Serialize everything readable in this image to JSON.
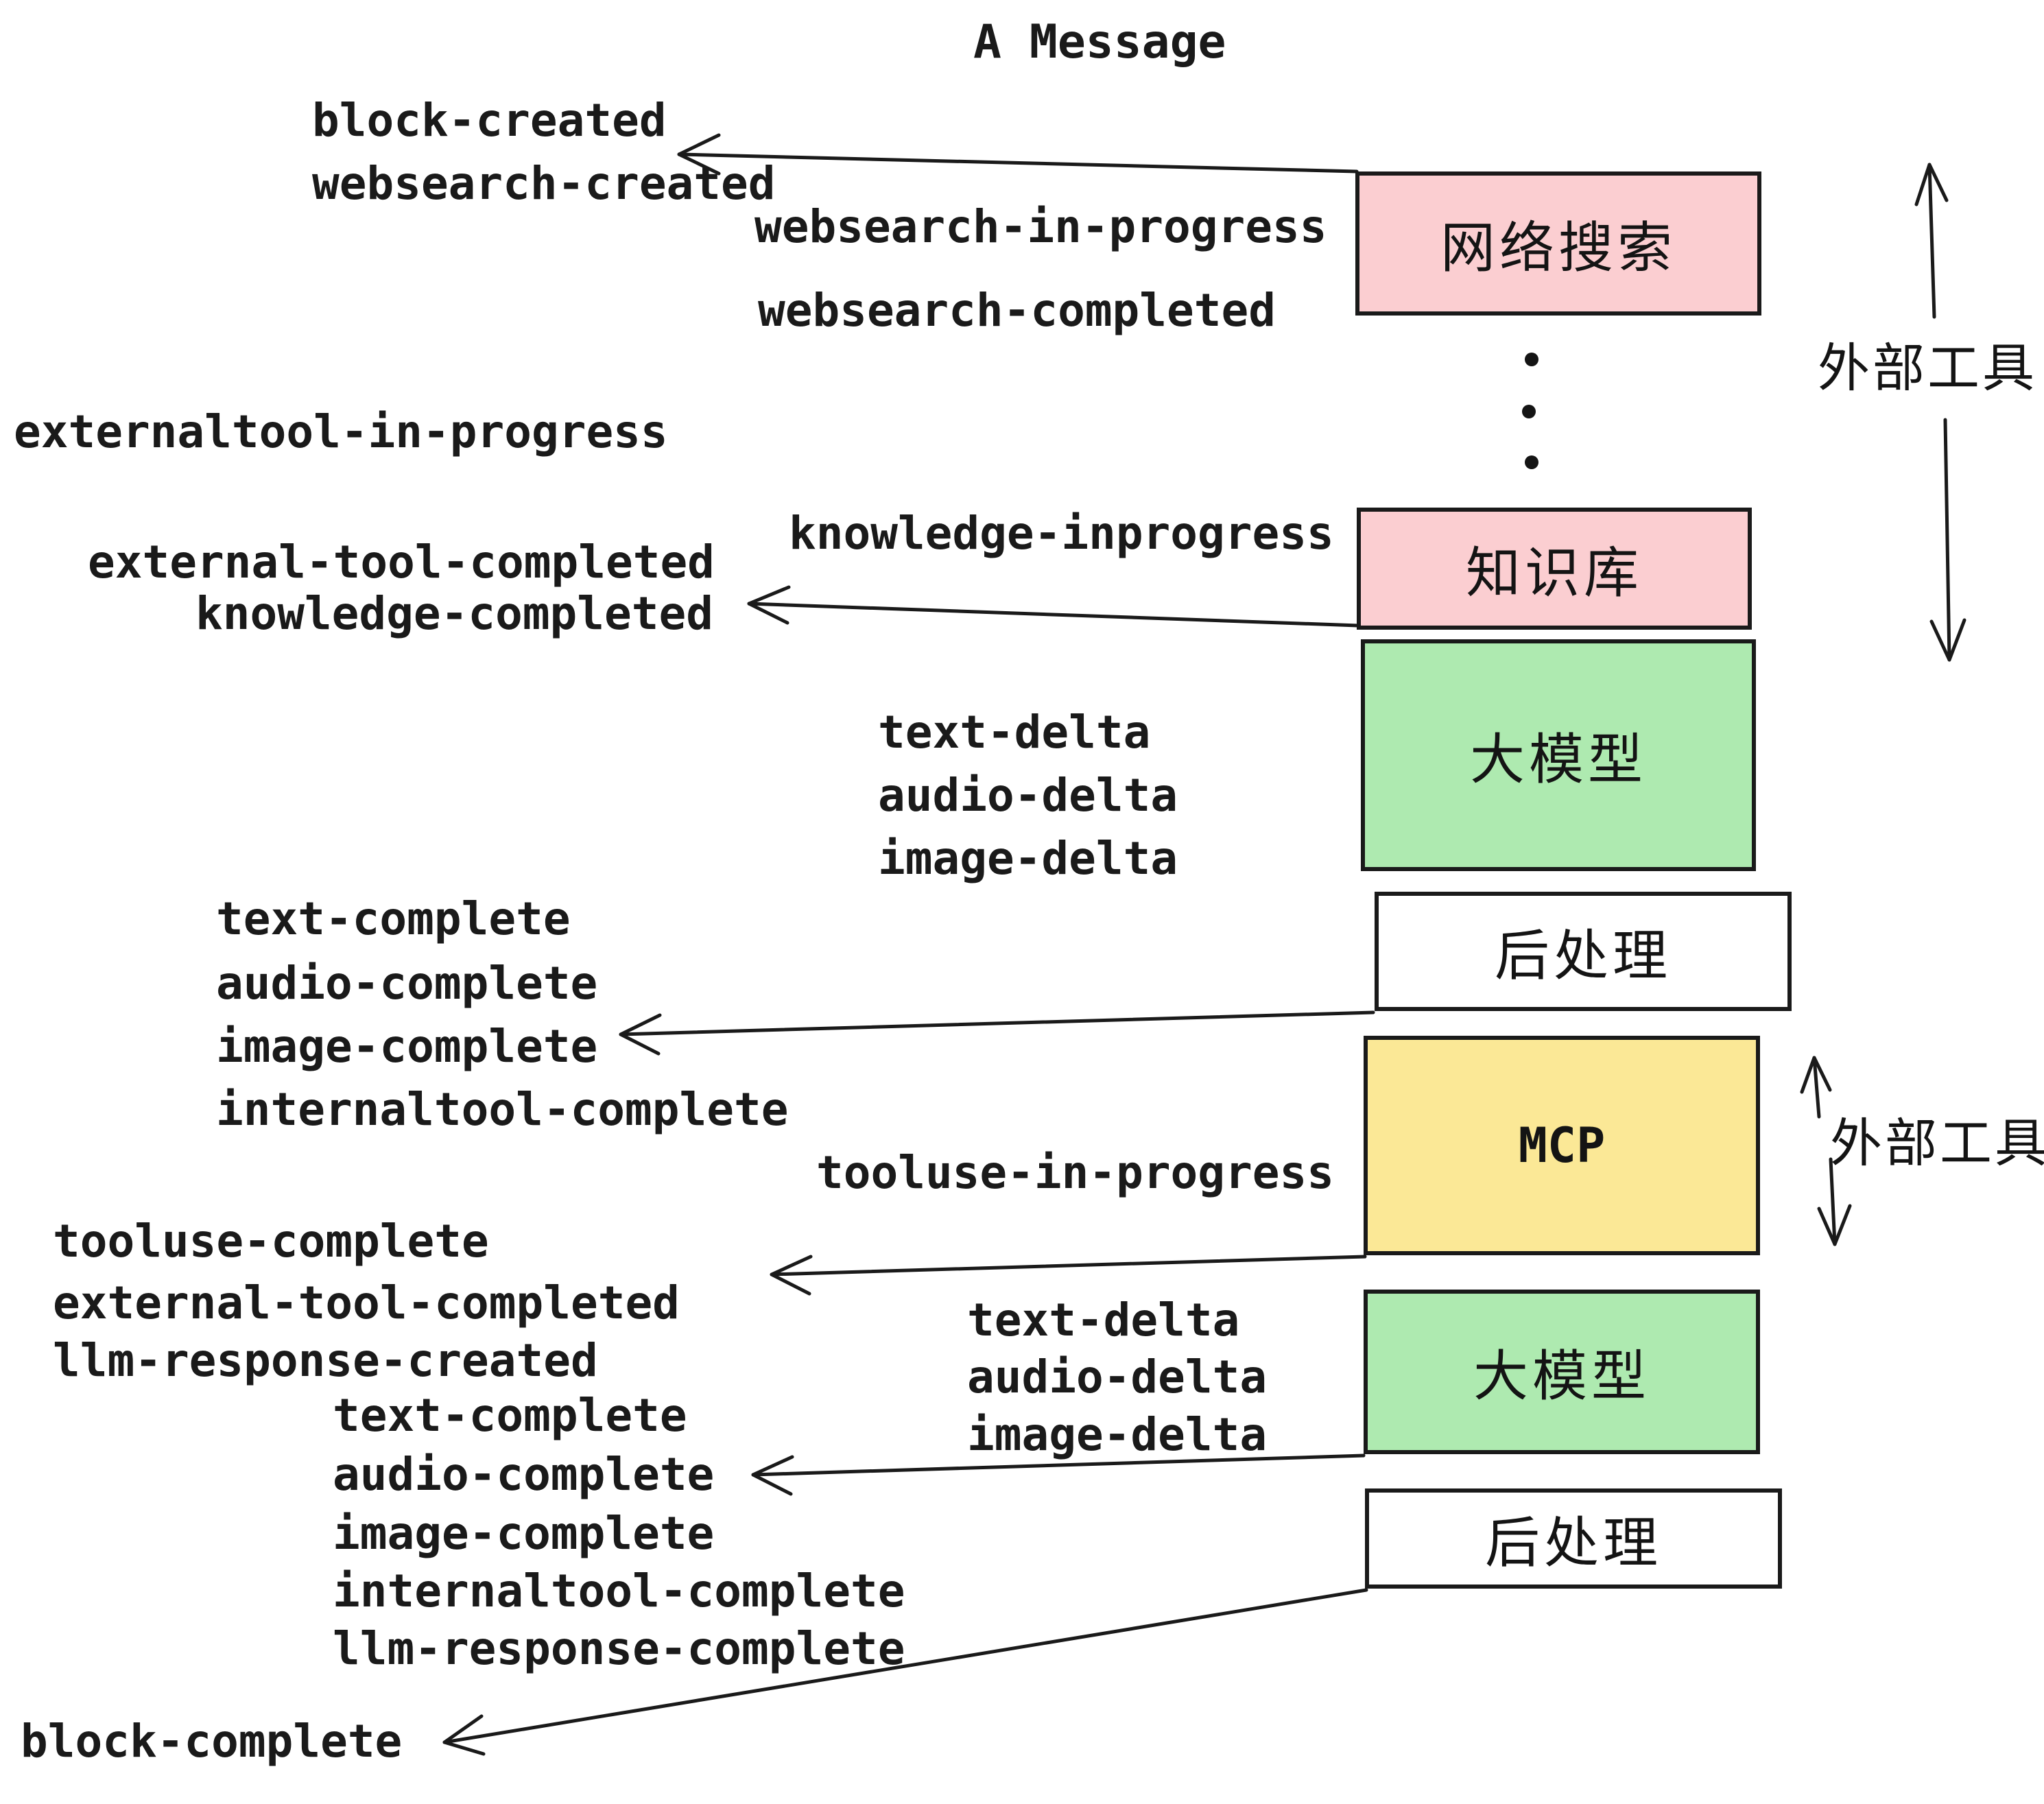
{
  "diagram": {
    "title": "A Message",
    "colors": {
      "external_tool_box": "#FBCED1",
      "llm_box": "#AEEAB0",
      "mcp_box": "#FBE896",
      "postprocess_box": "#FFFFFF",
      "stroke": "#1A1A1A"
    },
    "boxes": [
      {
        "id": "websearch",
        "label": "网络搜索"
      },
      {
        "id": "knowledge",
        "label": "知识库"
      },
      {
        "id": "llm-1",
        "label": "大模型"
      },
      {
        "id": "postprocess-1",
        "label": "后处理"
      },
      {
        "id": "mcp",
        "label": "MCP"
      },
      {
        "id": "llm-2",
        "label": "大模型"
      },
      {
        "id": "postprocess-2",
        "label": "后处理"
      }
    ],
    "side_annotations": [
      {
        "label": "外部工具"
      },
      {
        "label": "外部工具"
      }
    ],
    "event_labels": [
      {
        "text": "block-created"
      },
      {
        "text": "websearch-created"
      },
      {
        "text": "websearch-in-progress"
      },
      {
        "text": "websearch-completed"
      },
      {
        "text": "externaltool-in-progress"
      },
      {
        "text": "knowledge-inprogress"
      },
      {
        "text": "external-tool-completed"
      },
      {
        "text": "knowledge-completed"
      },
      {
        "text": "text-delta"
      },
      {
        "text": "audio-delta"
      },
      {
        "text": "image-delta"
      },
      {
        "text": "text-complete"
      },
      {
        "text": "audio-complete"
      },
      {
        "text": "image-complete"
      },
      {
        "text": "internaltool-complete"
      },
      {
        "text": "tooluse-in-progress"
      },
      {
        "text": "tooluse-complete"
      },
      {
        "text": "external-tool-completed"
      },
      {
        "text": "llm-response-created"
      },
      {
        "text": "text-complete"
      },
      {
        "text": "audio-complete"
      },
      {
        "text": "image-complete"
      },
      {
        "text": "internaltool-complete"
      },
      {
        "text": "llm-response-complete"
      },
      {
        "text": "block-complete"
      }
    ]
  }
}
